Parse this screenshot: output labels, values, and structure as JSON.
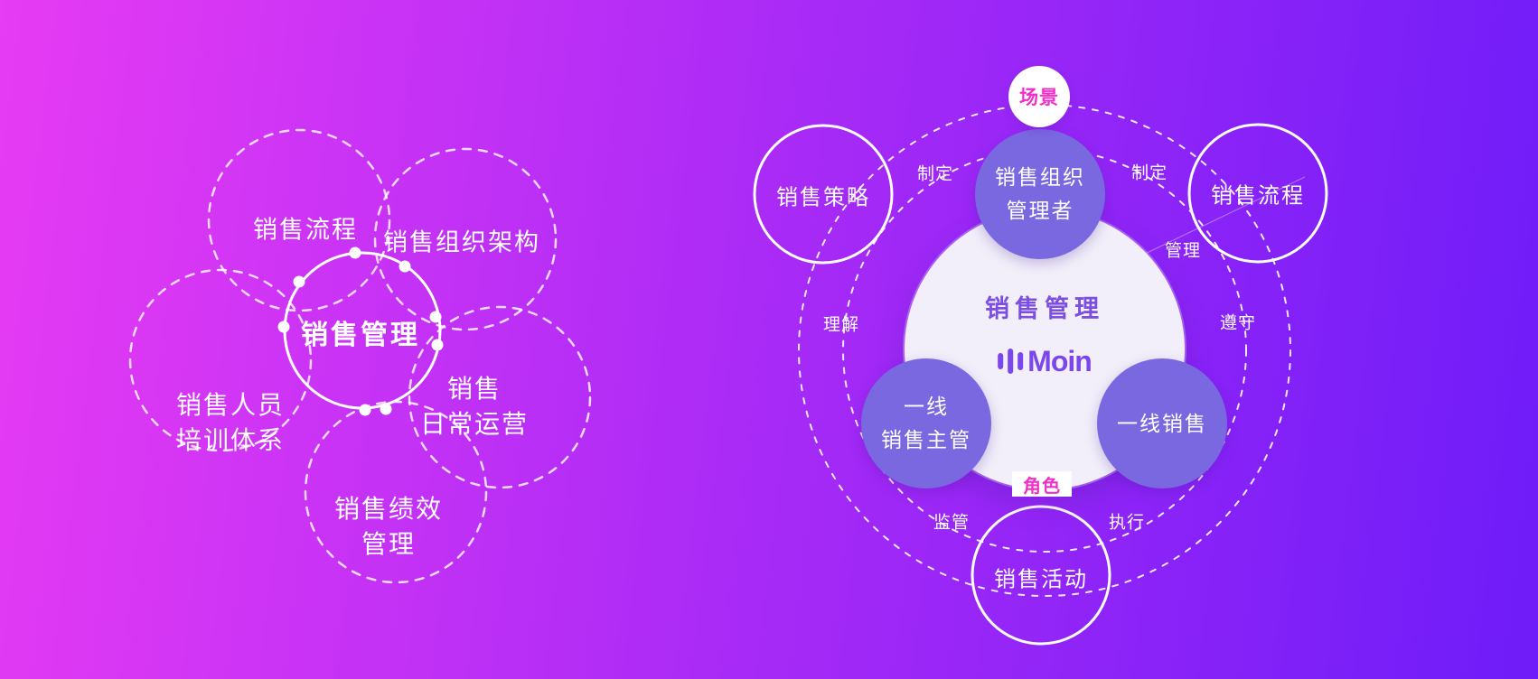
{
  "colors": {
    "background_left": "#E73BF4",
    "background_right": "#6E1CF9",
    "role_circle_purple": "#7A68E1",
    "big_circle_fill": "#F2EFFA",
    "center_title_purple": "#7C4FE2",
    "logo_purple": "#7B46EC",
    "badge_pink": "#F02FC7",
    "line_white": "#FFFFFF"
  },
  "left_diagram": {
    "center": "销售管理",
    "label_process": "销售流程",
    "label_org": "销售组织架构",
    "label_people_1": "销售人员",
    "label_people_2": "培训体系",
    "label_ops_1": "销售",
    "label_ops_2": "日常运营",
    "label_perf_1": "销售绩效",
    "label_perf_2": "管理"
  },
  "right_diagram": {
    "badge_top": "场景",
    "badge_bottom": "角色",
    "center_title": "销售管理",
    "logo_text": "Moin",
    "role_manager_1": "销售组织",
    "role_manager_2": "管理者",
    "role_supervisor_1": "一线",
    "role_supervisor_2": "销售主管",
    "role_sales": "一线销售",
    "scene_strategy": "销售策略",
    "scene_process": "销售流程",
    "scene_activity": "销售活动",
    "rel_formulate_left": "制定",
    "rel_formulate_right": "制定",
    "rel_manage": "管理",
    "rel_understand": "理解",
    "rel_comply": "遵守",
    "rel_supervise": "监管",
    "rel_execute": "执行"
  }
}
